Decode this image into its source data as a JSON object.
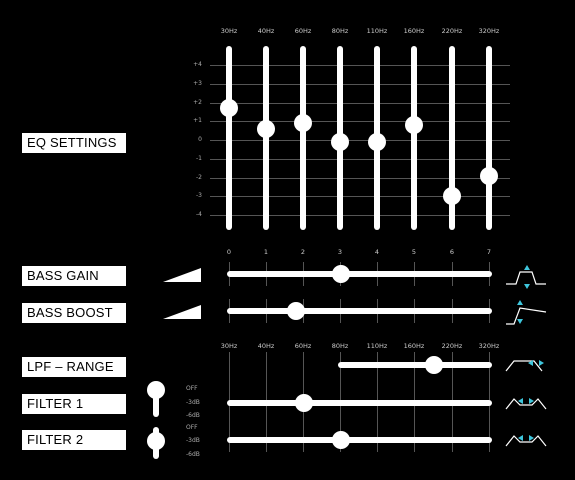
{
  "eq": {
    "title": "EQ SETTINGS",
    "bands": [
      {
        "freq": "30Hz",
        "value": 1.7
      },
      {
        "freq": "40Hz",
        "value": 0.6
      },
      {
        "freq": "60Hz",
        "value": 0.9
      },
      {
        "freq": "80Hz",
        "value": -0.1
      },
      {
        "freq": "110Hz",
        "value": -0.1
      },
      {
        "freq": "160Hz",
        "value": 0.8
      },
      {
        "freq": "220Hz",
        "value": -3.0
      },
      {
        "freq": "320Hz",
        "value": -1.9
      }
    ],
    "scale": [
      "+4",
      "+3",
      "+2",
      "+1",
      "0",
      "-1",
      "-2",
      "-3",
      "-4"
    ],
    "range": [
      -4,
      4
    ]
  },
  "steps": [
    "0",
    "1",
    "2",
    "3",
    "4",
    "5",
    "6",
    "7"
  ],
  "bass_gain": {
    "label": "BASS GAIN",
    "value": 3
  },
  "bass_boost": {
    "label": "BASS BOOST",
    "value": 1.8
  },
  "lpf_freqs": [
    "30Hz",
    "40Hz",
    "60Hz",
    "80Hz",
    "110Hz",
    "160Hz",
    "220Hz",
    "320Hz"
  ],
  "lpf_range": {
    "label": "LPF – RANGE",
    "value": 5.5
  },
  "filter1": {
    "label": "FILTER 1",
    "value": 2,
    "options": [
      "OFF",
      "-3dB",
      "-6dB"
    ],
    "selected": "OFF"
  },
  "filter2": {
    "label": "FILTER 2",
    "value": 3,
    "options": [
      "OFF",
      "-3dB",
      "-6dB"
    ],
    "selected": "-3dB"
  },
  "colors": {
    "accent": "#3ec6dc",
    "track": "#ffffff",
    "grid": "#555555"
  }
}
